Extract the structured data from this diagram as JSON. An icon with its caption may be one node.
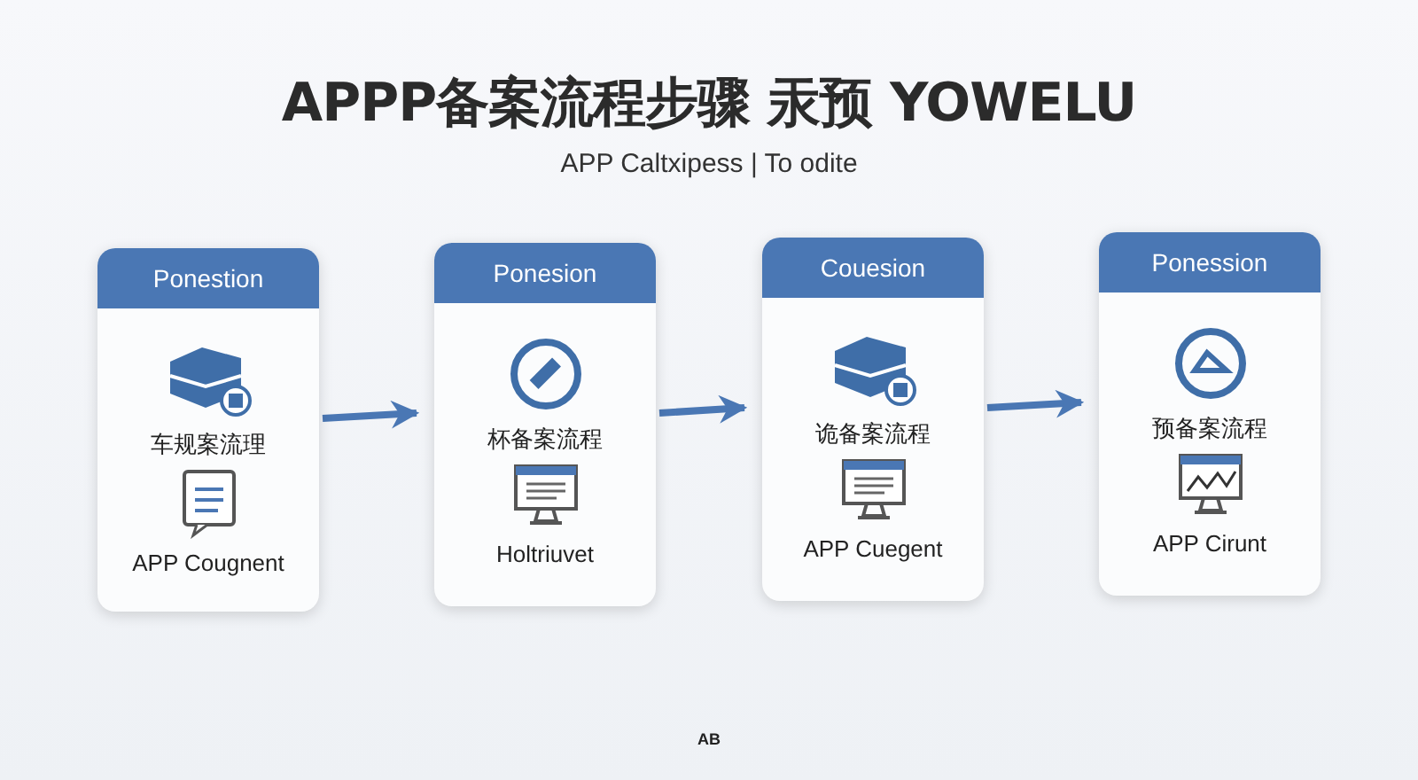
{
  "diagram": {
    "title": "APPP备案流程步骤 汞预 YOWELU",
    "nodes": [
      {
        "text": [
          "Ponestion",
          "车规案流理",
          "APP Cougnent"
        ]
      },
      {
        "text": [
          "Ponesion",
          "杯备案流程",
          "Holtriuvet"
        ]
      },
      {
        "text": [
          "Couesion",
          "诡备案流程",
          "APP Cuegent"
        ]
      },
      {
        "text": [
          "Ponession",
          "预备案流程",
          "APP Cirunt"
        ]
      }
    ],
    "edges": [
      {
        "from": 0,
        "to": 1,
        "arrow": "to"
      },
      {
        "from": 1,
        "to": 2,
        "arrow": "to"
      },
      {
        "from": 2,
        "to": 3,
        "arrow": "to"
      }
    ],
    "labels": [
      "APP Caltxipess | To odite",
      "AB"
    ]
  }
}
